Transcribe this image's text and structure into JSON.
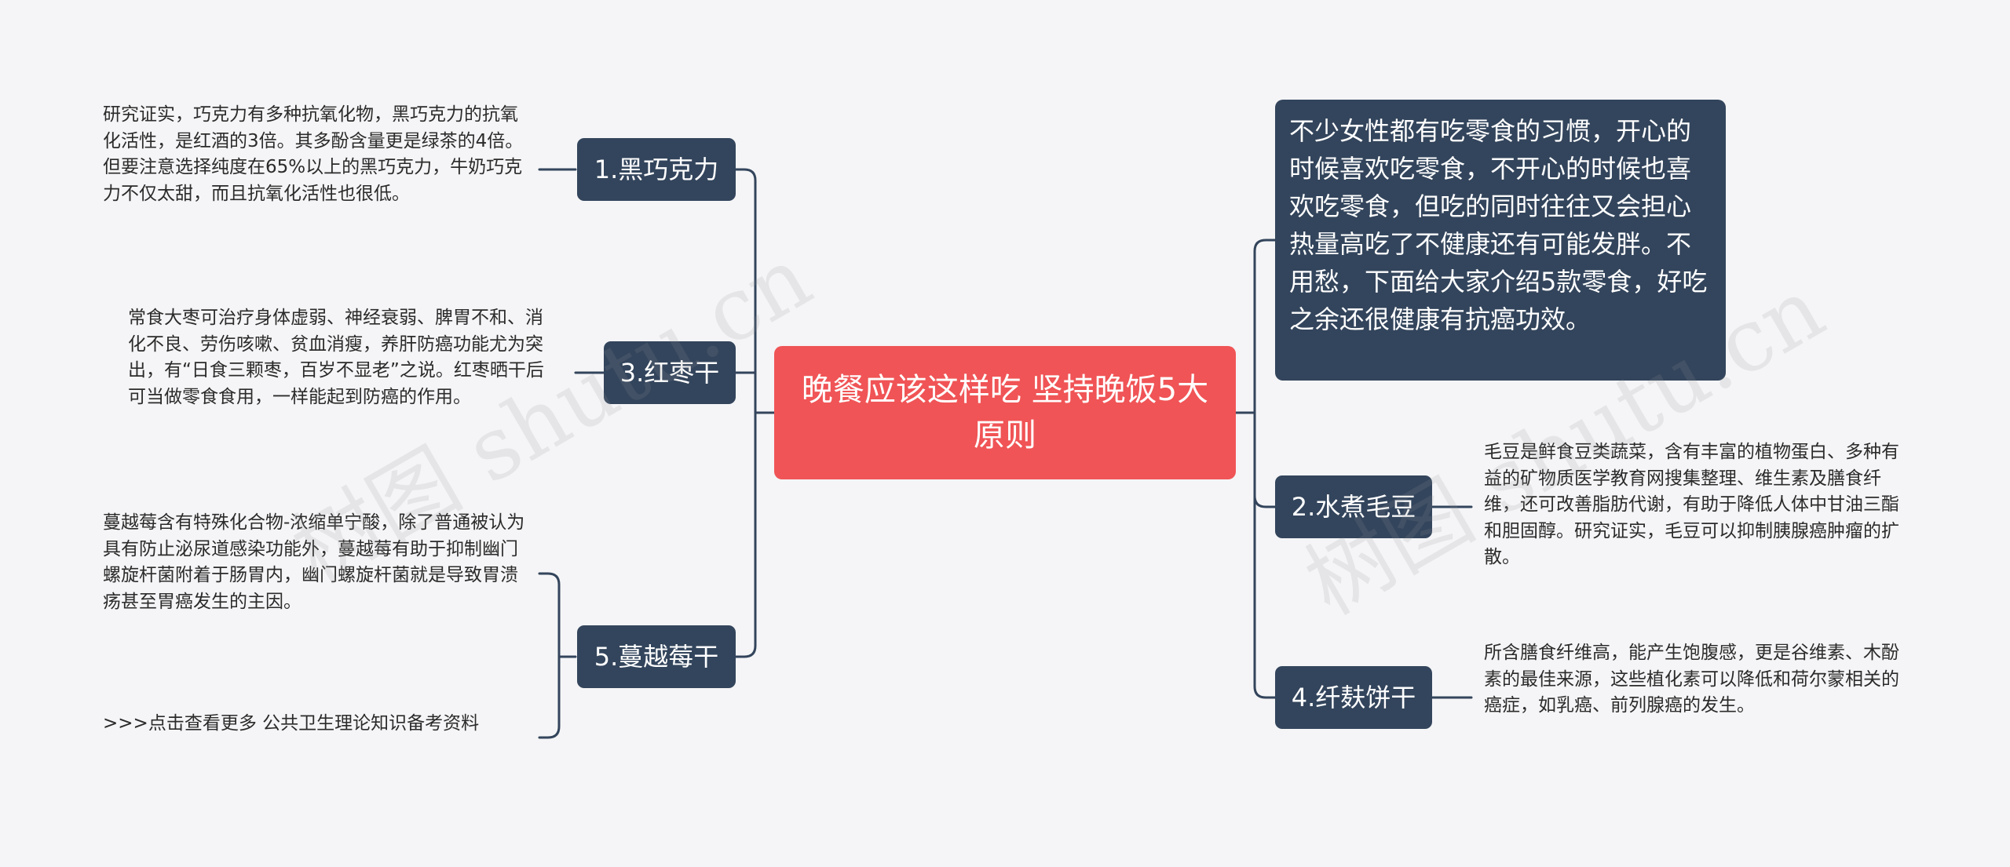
{
  "center": "晚餐应该这样吃 坚持晚饭5大原则",
  "right_intro": "不少女性都有吃零食的习惯，开心的时候喜欢吃零食，不开心的时候也喜欢吃零食，但吃的同时往往又会担心热量高吃了不健康还有可能发胖。不用愁，下面给大家介绍5款零食，好吃之余还很健康有抗癌功效。",
  "branches": {
    "b1": {
      "label": "1.黑巧克力",
      "text": "研究证实，巧克力有多种抗氧化物，黑巧克力的抗氧化活性，是红酒的3倍。其多酚含量更是绿茶的4倍。但要注意选择纯度在65%以上的黑巧克力，牛奶巧克力不仅太甜，而且抗氧化活性也很低。"
    },
    "b3": {
      "label": "3.红枣干",
      "text": "常食大枣可治疗身体虚弱、神经衰弱、脾胃不和、消化不良、劳伤咳嗽、贫血消瘦，养肝防癌功能尤为突出，有“日食三颗枣，百岁不显老”之说。红枣晒干后可当做零食食用，一样能起到防癌的作用。"
    },
    "b5": {
      "label": "5.蔓越莓干",
      "text": "蔓越莓含有特殊化合物-浓缩单宁酸，除了普通被认为具有防止泌尿道感染功能外，蔓越莓有助于抑制幽门螺旋杆菌附着于肠胃内，幽门螺旋杆菌就是导致胃溃疡甚至胃癌发生的主因。",
      "more": ">>>点击查看更多 公共卫生理论知识备考资料"
    },
    "b2": {
      "label": "2.水煮毛豆",
      "text": "毛豆是鲜食豆类蔬菜，含有丰富的植物蛋白、多种有益的矿物质医学教育网搜集整理、维生素及膳食纤维，还可改善脂肪代谢，有助于降低人体中甘油三酯和胆固醇。研究证实，毛豆可以抑制胰腺癌肿瘤的扩散。"
    },
    "b4": {
      "label": "4.纤麸饼干",
      "text": "所含膳食纤维高，能产生饱腹感，更是谷维素、木酚素的最佳来源，这些植化素可以降低和荷尔蒙相关的癌症，如乳癌、前列腺癌的发生。"
    }
  },
  "watermark": "树图 shutu.cn",
  "colors": {
    "center": "#f05456",
    "node": "#33455c",
    "line": "#33455c",
    "background": "#f5f5f7"
  }
}
